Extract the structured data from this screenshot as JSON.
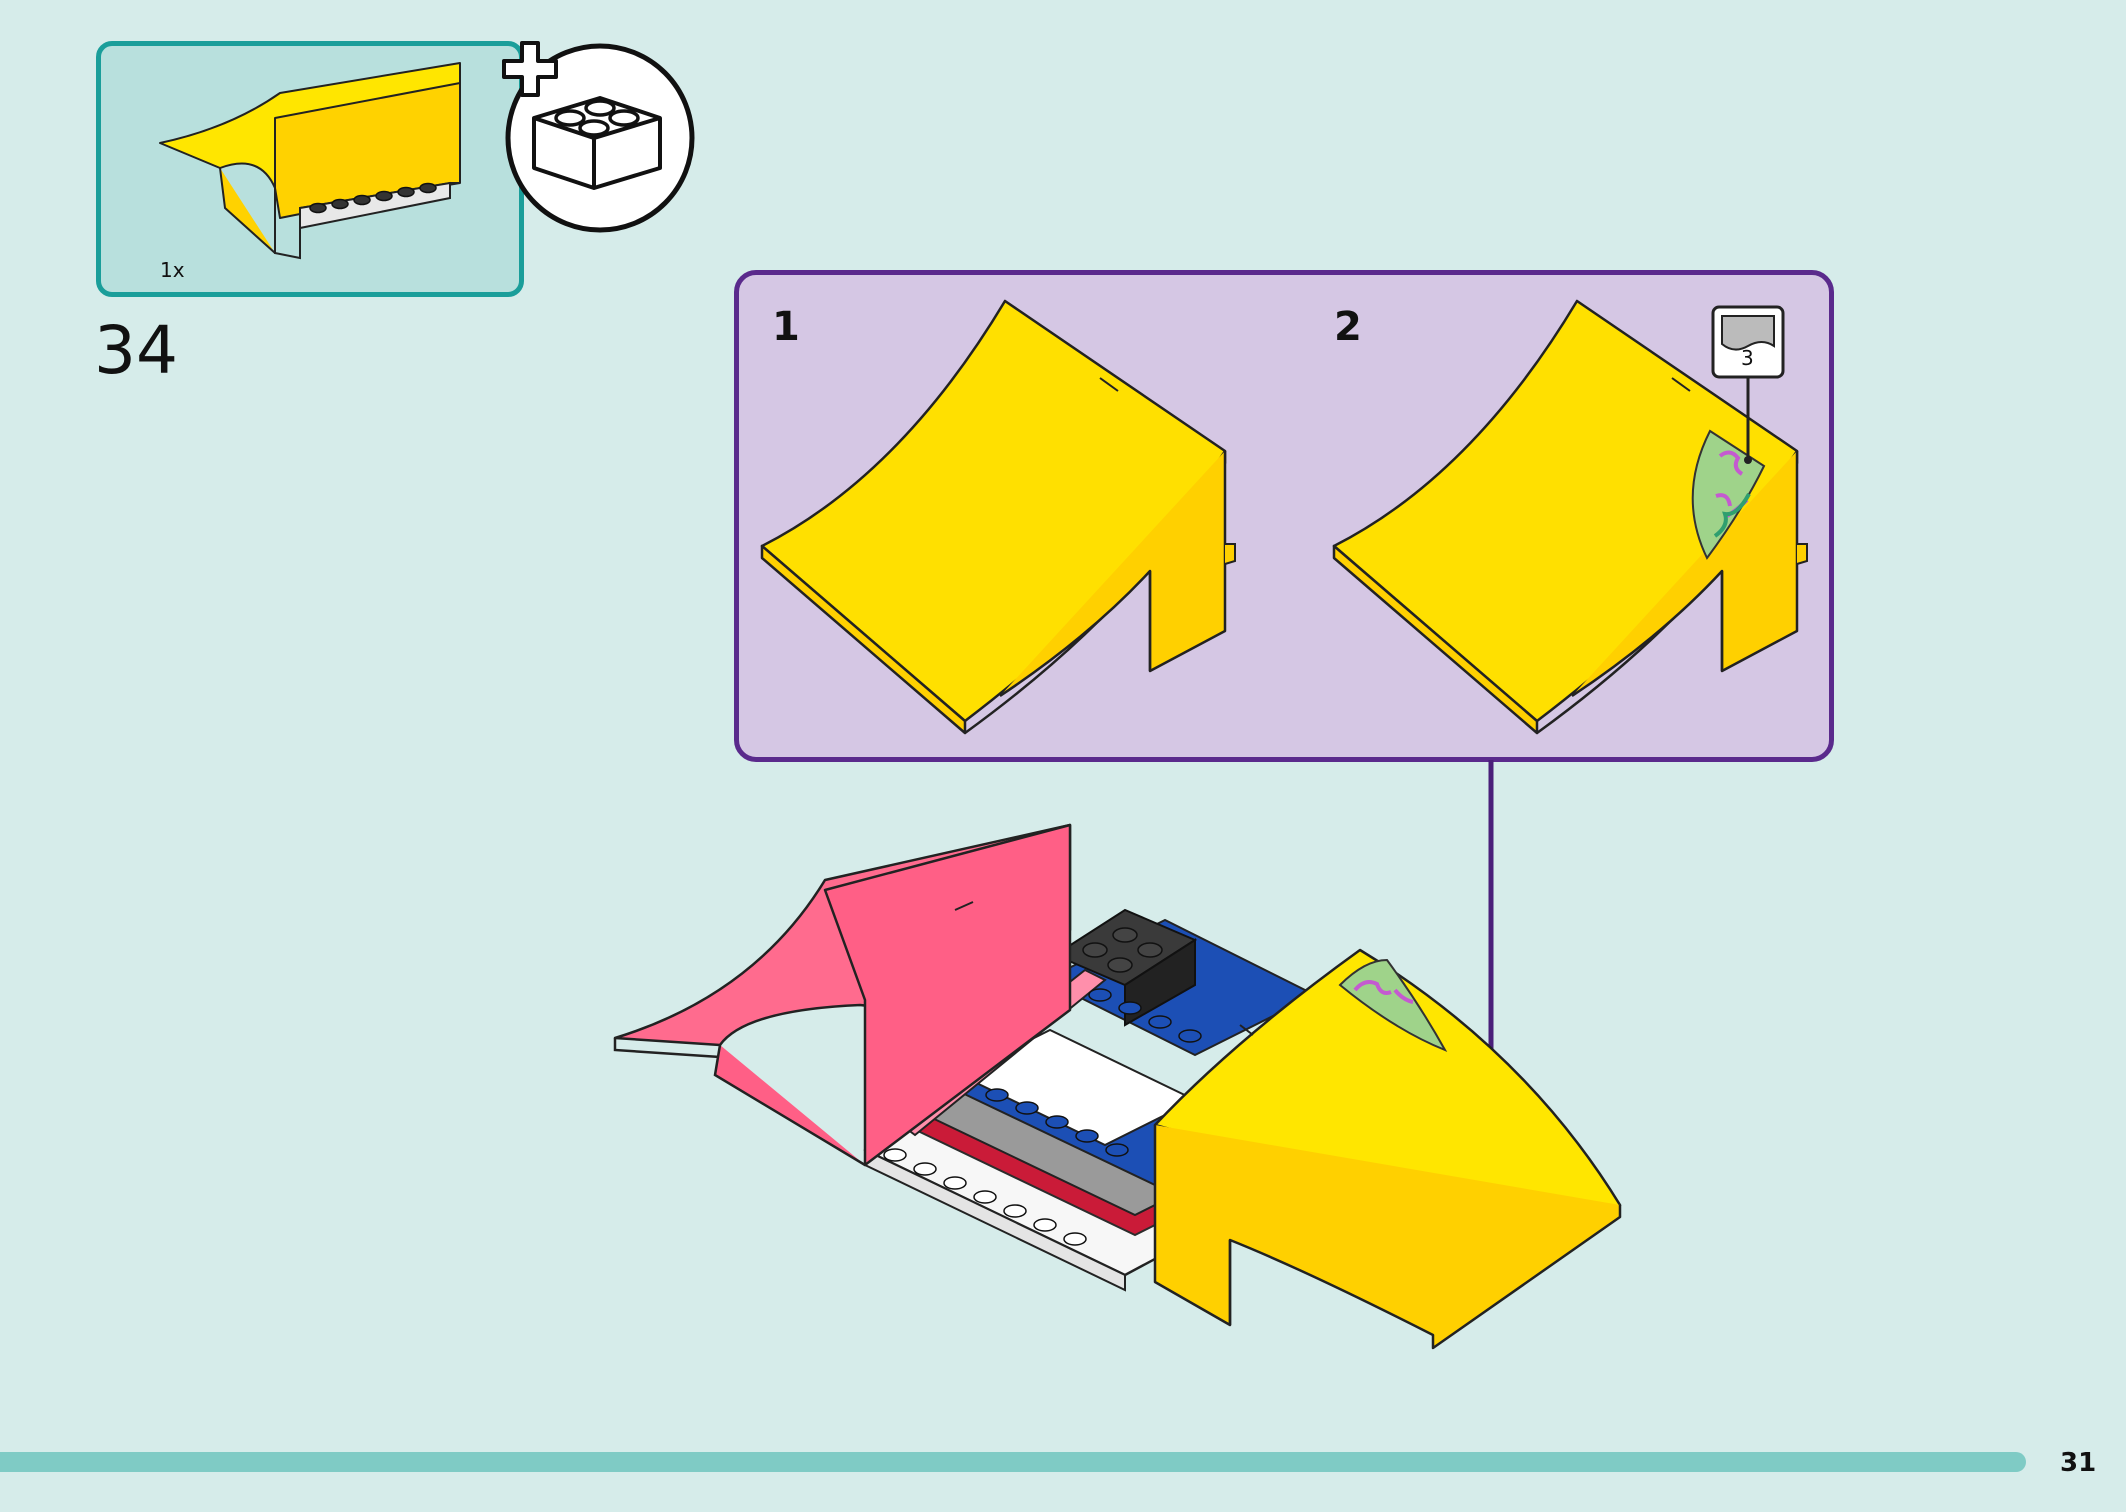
{
  "parts_callout": {
    "quantity": "1x",
    "add_bricks_icon": "add-bricks-icon"
  },
  "step": {
    "number": "34"
  },
  "substeps": [
    {
      "label": "1"
    },
    {
      "label": "2",
      "sticker_ref": "3"
    }
  ],
  "page": {
    "number": "31"
  },
  "colors": {
    "background": "#d6ecea",
    "parts_box_border": "#1a9e9a",
    "substep_panel_border": "#5a2a8c",
    "substep_panel_fill": "#d5c7e4",
    "ramp_yellow": "#ffe600",
    "ramp_pink": "#ff6b8e",
    "brick_blue": "#1c4fb5",
    "brick_red": "#c8102e",
    "brick_black": "#2a2a2a",
    "page_bar": "#7fcbc5"
  }
}
